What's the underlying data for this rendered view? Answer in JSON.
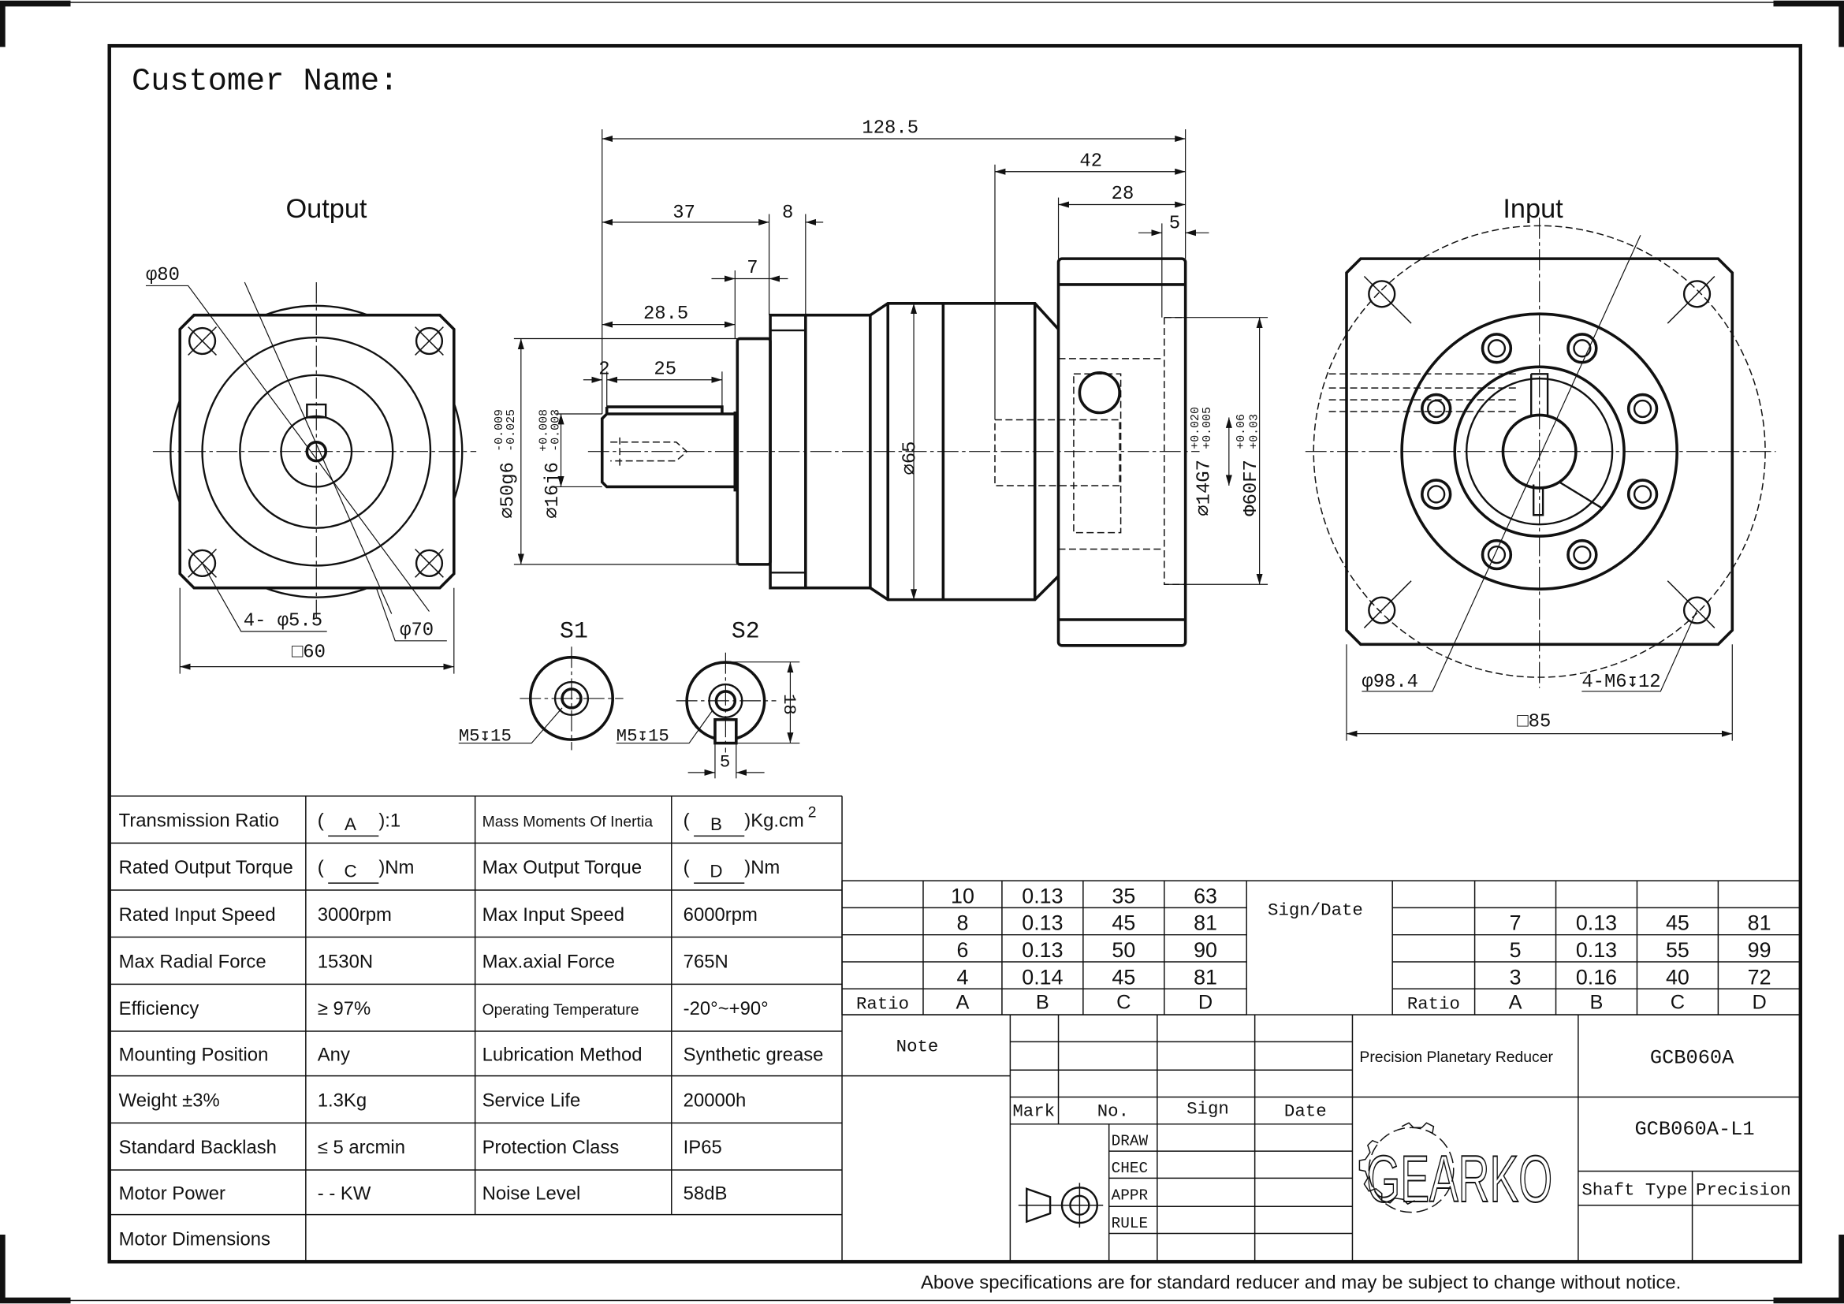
{
  "header": {
    "customer_label": "Customer Name:"
  },
  "views": {
    "output_title": "Output",
    "input_title": "Input",
    "s1_title": "S1",
    "s2_title": "S2"
  },
  "drawing": {
    "output": {
      "phi80": "φ80",
      "holes": "4- φ5.5",
      "phi70": "φ70",
      "square": "□60"
    },
    "side": {
      "len_total": "128.5",
      "len_42": "42",
      "len_28": "28",
      "len_5": "5",
      "len_37": "37",
      "len_8": "8",
      "len_7": "7",
      "len_28_5": "28.5",
      "len_2": "2",
      "len_25": "25",
      "d50": "⌀50g6",
      "d50_tol_upper": "-0.009",
      "d50_tol_lower": "-0.025",
      "d16": "⌀16j6",
      "d16_tol_upper": "+0.008",
      "d16_tol_lower": "-0.003",
      "d65": "⌀65",
      "d14": "⌀14G7",
      "d14_tol_upper": "+0.020",
      "d14_tol_lower": "+0.005",
      "d60": "Φ60F7",
      "d60_tol_upper": "+0.06",
      "d60_tol_lower": "+0.03"
    },
    "s1": {
      "thread": "M5↧15"
    },
    "s2": {
      "thread": "M5↧15",
      "height": "18",
      "key_width": "5"
    },
    "input": {
      "pcd": "φ98.4",
      "threads": "4-M6↧12",
      "square": "□85"
    }
  },
  "specs": {
    "rows": [
      {
        "label": "Transmission Ratio",
        "value": {
          "prefix": "(",
          "field": "A",
          "suffix": "):1"
        },
        "label2": "Mass Moments Of Inertia",
        "value2": {
          "prefix": "(",
          "field": "B",
          "suffix": ")Kg.cm",
          "sup": "2"
        }
      },
      {
        "label": "Rated Output Torque",
        "value": {
          "prefix": "(",
          "field": "C",
          "suffix": ")Nm"
        },
        "label2": "Max Output Torque",
        "value2": {
          "prefix": "(",
          "field": "D",
          "suffix": ")Nm"
        }
      },
      {
        "label": "Rated Input Speed",
        "value": "3000rpm",
        "label2": "Max Input Speed",
        "value2": "6000rpm"
      },
      {
        "label": "Max Radial Force",
        "value": "1530N",
        "label2": "Max.axial  Force",
        "value2": "765N"
      },
      {
        "label": "Efficiency",
        "value": "≥ 97%",
        "label2": "Operating Temperature",
        "value2": "-20°~+90°"
      },
      {
        "label": "Mounting Position",
        "value": "Any",
        "label2": "Lubrication Method",
        "value2": "Synthetic grease"
      },
      {
        "label": "Weight ±3%",
        "value": "1.3Kg",
        "label2": "Service Life",
        "value2": "20000h"
      },
      {
        "label": "Standard Backlash",
        "value": "≤ 5 arcmin",
        "label2": "Protection Class",
        "value2": "IP65"
      },
      {
        "label": "Motor Power",
        "value": "- - KW",
        "label2": "Noise Level",
        "value2": "58dB"
      },
      {
        "label": "Motor Dimensions",
        "value": ""
      }
    ]
  },
  "ratio_table": {
    "header": [
      "Ratio",
      "A",
      "B",
      "C",
      "D"
    ],
    "sign_date": "Sign/Date",
    "left_rows": [
      [
        "",
        "10",
        "0.13",
        "35",
        "63"
      ],
      [
        "",
        "8",
        "0.13",
        "45",
        "81"
      ],
      [
        "",
        "6",
        "0.13",
        "50",
        "90"
      ],
      [
        "",
        "4",
        "0.14",
        "45",
        "81"
      ]
    ],
    "right_rows": [
      [
        "",
        "",
        "",
        "",
        ""
      ],
      [
        "",
        "7",
        "0.13",
        "45",
        "81"
      ],
      [
        "",
        "5",
        "0.13",
        "55",
        "99"
      ],
      [
        "",
        "3",
        "0.16",
        "40",
        "72"
      ]
    ]
  },
  "title_block": {
    "note": "Note",
    "mark": "Mark",
    "no": "No.",
    "sign": "Sign",
    "date": "Date",
    "roles": [
      "DRAW",
      "CHEC",
      "APPR",
      "RULE"
    ],
    "product_name": "Precision Planetary Reducer",
    "model": "GCB060A",
    "drawing_no": "GCB060A-L1",
    "shaft_type": "Shaft Type",
    "precision": "Precision",
    "logo_text": "GEARKO"
  },
  "footer": {
    "disclaimer": "Above specifications are for standard reducer and may be subject to change without notice."
  }
}
